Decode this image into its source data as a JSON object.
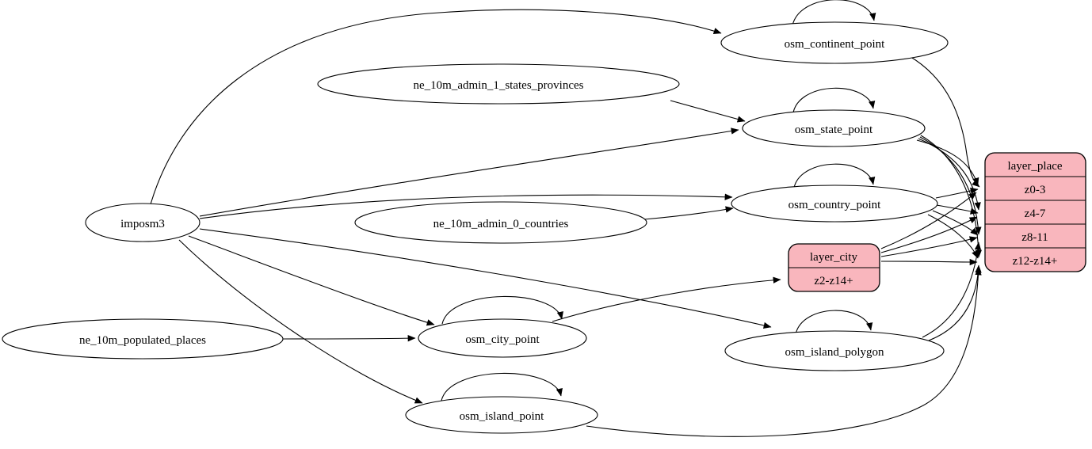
{
  "diagram": {
    "kind": "etl-mapping-graph",
    "colors": {
      "background": "#ffffff",
      "table_fill": "#ffffff",
      "layer_fill": "#f9b6bd",
      "stroke": "#000000"
    },
    "nodes": {
      "imposm3": {
        "label": "imposm3",
        "type": "source"
      },
      "ne_10m_admin_1_states_provinces": {
        "label": "ne_10m_admin_1_states_provinces",
        "type": "source"
      },
      "ne_10m_admin_0_countries": {
        "label": "ne_10m_admin_0_countries",
        "type": "source"
      },
      "ne_10m_populated_places": {
        "label": "ne_10m_populated_places",
        "type": "source"
      },
      "osm_continent_point": {
        "label": "osm_continent_point",
        "type": "table"
      },
      "osm_state_point": {
        "label": "osm_state_point",
        "type": "table"
      },
      "osm_country_point": {
        "label": "osm_country_point",
        "type": "table"
      },
      "osm_city_point": {
        "label": "osm_city_point",
        "type": "table"
      },
      "osm_island_polygon": {
        "label": "osm_island_polygon",
        "type": "table"
      },
      "osm_island_point": {
        "label": "osm_island_point",
        "type": "table"
      },
      "layer_city": {
        "label": "layer_city",
        "type": "layer",
        "rows": [
          "z2-z14+"
        ]
      },
      "layer_place": {
        "label": "layer_place",
        "type": "layer",
        "rows": [
          "z0-3",
          "z4-7",
          "z8-11",
          "z12-z14+"
        ]
      }
    },
    "edges": [
      {
        "from": "imposm3",
        "to": "osm_continent_point"
      },
      {
        "from": "imposm3",
        "to": "osm_state_point"
      },
      {
        "from": "imposm3",
        "to": "osm_country_point"
      },
      {
        "from": "imposm3",
        "to": "osm_city_point"
      },
      {
        "from": "imposm3",
        "to": "osm_island_polygon"
      },
      {
        "from": "imposm3",
        "to": "osm_island_point"
      },
      {
        "from": "ne_10m_admin_1_states_provinces",
        "to": "osm_state_point"
      },
      {
        "from": "ne_10m_admin_0_countries",
        "to": "osm_country_point"
      },
      {
        "from": "ne_10m_populated_places",
        "to": "osm_city_point"
      },
      {
        "from": "osm_continent_point",
        "to": "osm_continent_point"
      },
      {
        "from": "osm_state_point",
        "to": "osm_state_point"
      },
      {
        "from": "osm_country_point",
        "to": "osm_country_point"
      },
      {
        "from": "osm_city_point",
        "to": "osm_city_point"
      },
      {
        "from": "osm_island_polygon",
        "to": "osm_island_polygon"
      },
      {
        "from": "osm_island_point",
        "to": "osm_island_point"
      },
      {
        "from": "osm_continent_point",
        "to": "layer_place",
        "to_row": "z0-3"
      },
      {
        "from": "osm_state_point",
        "to": "layer_place",
        "to_row": "z0-3"
      },
      {
        "from": "osm_state_point",
        "to": "layer_place",
        "to_row": "z4-7"
      },
      {
        "from": "osm_state_point",
        "to": "layer_place",
        "to_row": "z8-11"
      },
      {
        "from": "osm_state_point",
        "to": "layer_place",
        "to_row": "z12-z14+"
      },
      {
        "from": "osm_country_point",
        "to": "layer_place",
        "to_row": "z0-3"
      },
      {
        "from": "osm_country_point",
        "to": "layer_place",
        "to_row": "z4-7"
      },
      {
        "from": "osm_country_point",
        "to": "layer_place",
        "to_row": "z8-11"
      },
      {
        "from": "osm_country_point",
        "to": "layer_place",
        "to_row": "z12-z14+"
      },
      {
        "from": "osm_city_point",
        "to": "layer_city",
        "to_row": "z2-z14+"
      },
      {
        "from": "layer_city",
        "to": "layer_place",
        "to_row": "z0-3"
      },
      {
        "from": "layer_city",
        "to": "layer_place",
        "to_row": "z4-7"
      },
      {
        "from": "layer_city",
        "to": "layer_place",
        "to_row": "z8-11"
      },
      {
        "from": "layer_city",
        "to": "layer_place",
        "to_row": "z12-z14+"
      },
      {
        "from": "osm_island_polygon",
        "to": "layer_place",
        "to_row": "z8-11"
      },
      {
        "from": "osm_island_polygon",
        "to": "layer_place",
        "to_row": "z12-z14+"
      },
      {
        "from": "osm_island_point",
        "to": "layer_place",
        "to_row": "z12-z14+"
      }
    ]
  }
}
